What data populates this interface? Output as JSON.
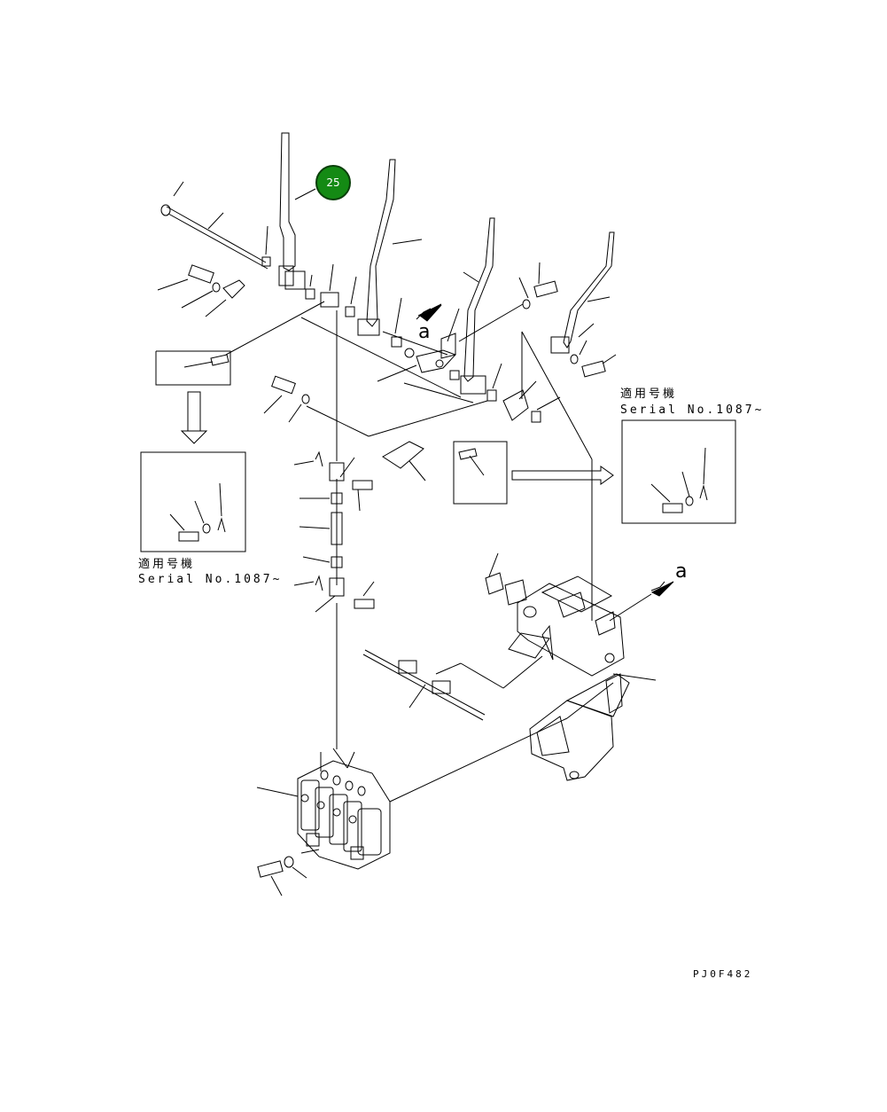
{
  "callout": {
    "number": "25",
    "color": "#148a14"
  },
  "reference_marks": {
    "mark_a_1": "a",
    "mark_a_2": "a"
  },
  "inset_left": {
    "applicability_jp": "適用号機",
    "serial": "Serial No.1087~"
  },
  "inset_right": {
    "applicability_jp": "適用号機",
    "serial": "Serial No.1087~"
  },
  "drawing_code": "PJ0F482"
}
